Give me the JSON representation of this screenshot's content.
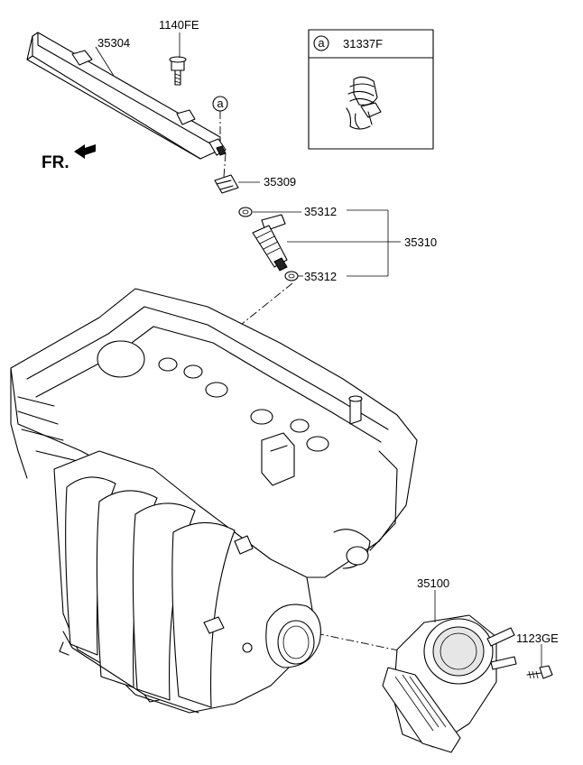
{
  "labels": {
    "fuel_rail": "35304",
    "bolt_rail": "1140FE",
    "clip": "35309",
    "oring_upper": "35312",
    "oring_lower": "35312",
    "injector_assy": "35310",
    "throttle_body": "35100",
    "bolt_throttle": "1123GE"
  },
  "inset": {
    "circle_ref": "a",
    "part_number": "31337F"
  },
  "callout_ref": "a",
  "front_marker": "FR."
}
